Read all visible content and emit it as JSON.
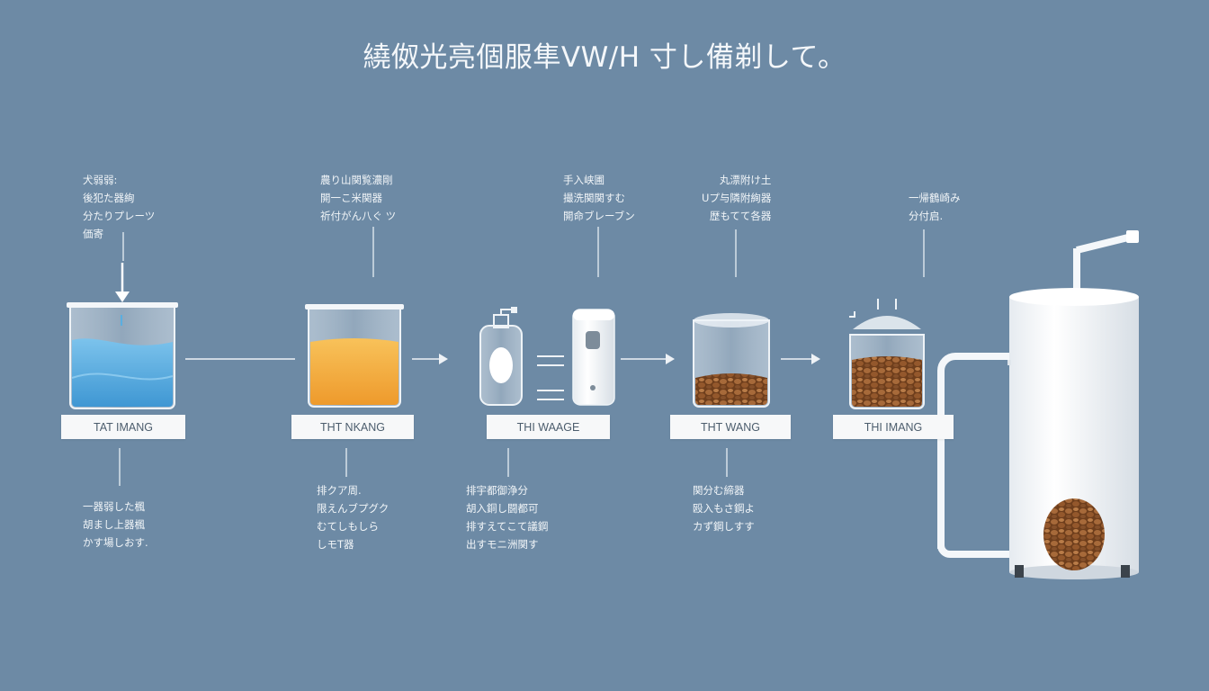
{
  "title": "繞伮光亮個服隼VW/H 寸し備剃して。",
  "steps": [
    {
      "label": "TAT IMANG",
      "top_note": "犬弱弱:\n後犯た器絢\n分たりプレーツ\n価寄",
      "bottom_note": "一器弱した楓\n胡まし上器楓\nかす場しおす."
    },
    {
      "label": "THT NKANG",
      "top_note": "農り山関覧濃剛\n開一こ米関器\n祈付がん八ぐ ツ",
      "bottom_note": "排クア周.\n限えんブプグク\nむてしもしら\nしモT器"
    },
    {
      "label": "THI WAAGE",
      "top_note": "手入峡圃\n撮洗関関すむ\n開命ブレーブン",
      "bottom_note": "排宇都御浄分\n胡入銅し闘都可\n排すえてこて議鋼\n出すモニ洲関す"
    },
    {
      "label": "THT WANG",
      "top_note": "丸漂附け土\nUプ与隣附絢器\n歴もてて各器",
      "bottom_note": "関分む締器\n殴入もさ鋼よ\nカず鋼しすす"
    },
    {
      "label": "THI IMANG",
      "top_note": "一帰鶴崎み\n分付启.",
      "bottom_note": ""
    }
  ],
  "colors": {
    "background": "#6d8aa5",
    "water": "#5aaee0",
    "liquid": "#f3a93a",
    "grain": "#8b5428",
    "white": "#ffffff"
  }
}
